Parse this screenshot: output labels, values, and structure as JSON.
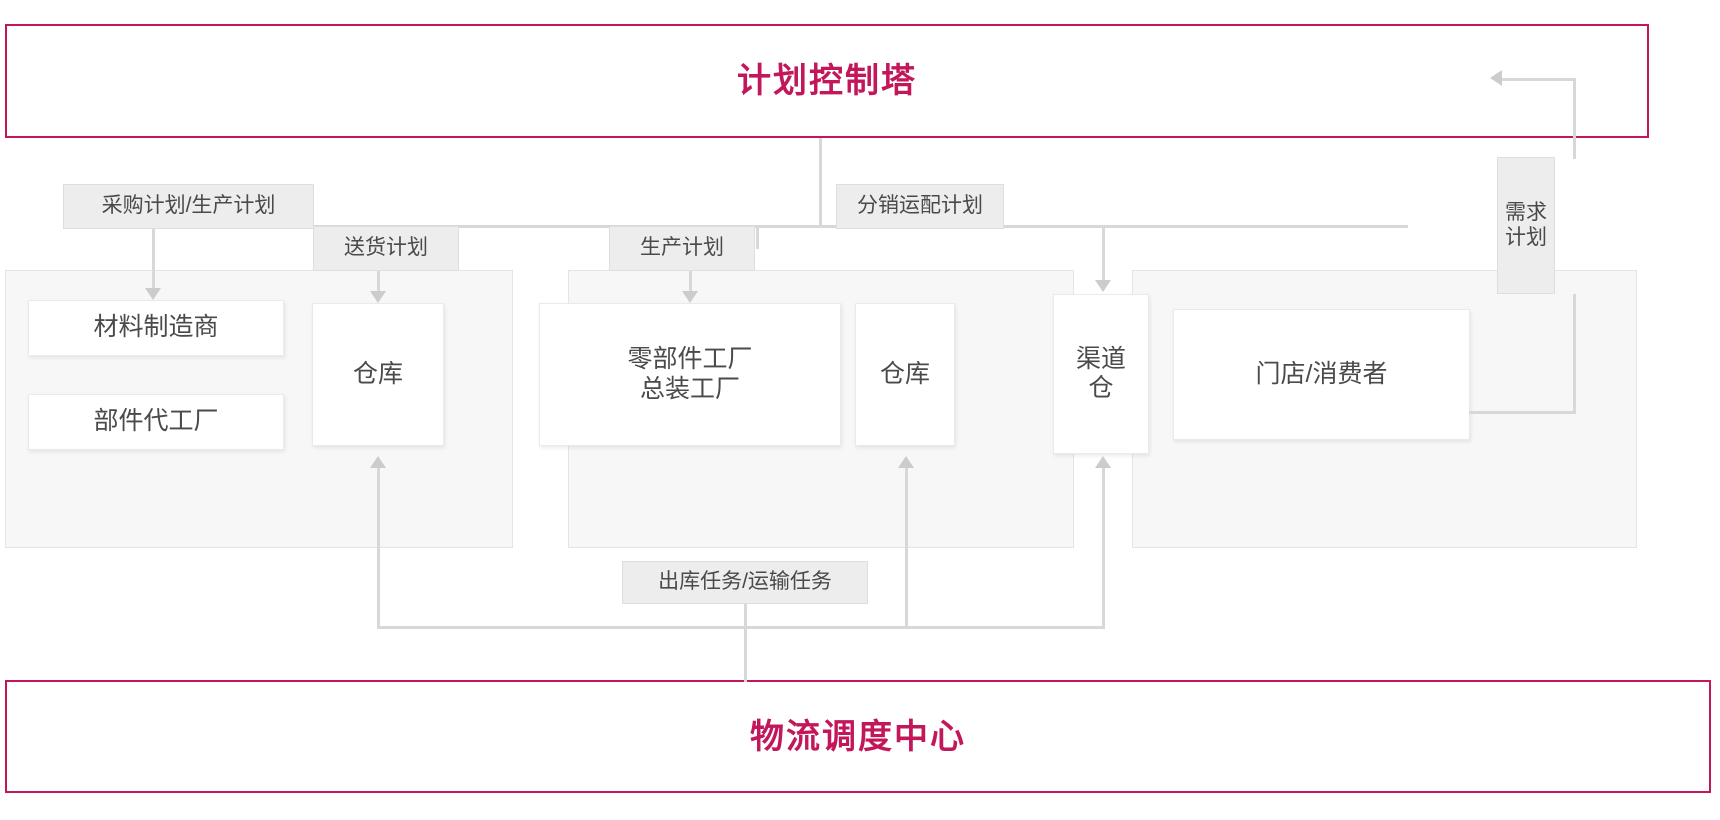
{
  "diagram": {
    "banners": {
      "top": "计划控制塔",
      "bottom": "物流调度中心"
    },
    "zones": [
      {
        "name": "supply",
        "nodes": [
          "材料制造商",
          "部件代工厂",
          "仓库"
        ]
      },
      {
        "name": "manufacture",
        "nodes": [
          "零部件工厂\n总装工厂",
          "仓库"
        ]
      },
      {
        "name": "distribution",
        "nodes": [
          "渠道\n仓",
          "门店/消费者"
        ]
      }
    ],
    "nodes": {
      "material": "材料制造商",
      "parts_oem": "部件代工厂",
      "warehouse_1": "仓库",
      "factory": "零部件工厂\n总装工厂",
      "warehouse_2": "仓库",
      "channel_warehouse": "渠道\n仓",
      "store_consumer": "门店/消费者"
    },
    "flow_labels": {
      "purchase_production_plan": "采购计划/生产计划",
      "delivery_plan": "送货计划",
      "production_plan": "生产计划",
      "distribution_transport_plan": "分销运配计划",
      "demand_plan": "需求\n计划",
      "outbound_transport_task": "出库任务/运输任务"
    },
    "colors": {
      "accent": "#c2185b",
      "connector": "#d8d8d8",
      "zone_fill": "#f7f7f7",
      "pill_fill": "#ededed",
      "node_text": "#4a4a4a"
    }
  }
}
